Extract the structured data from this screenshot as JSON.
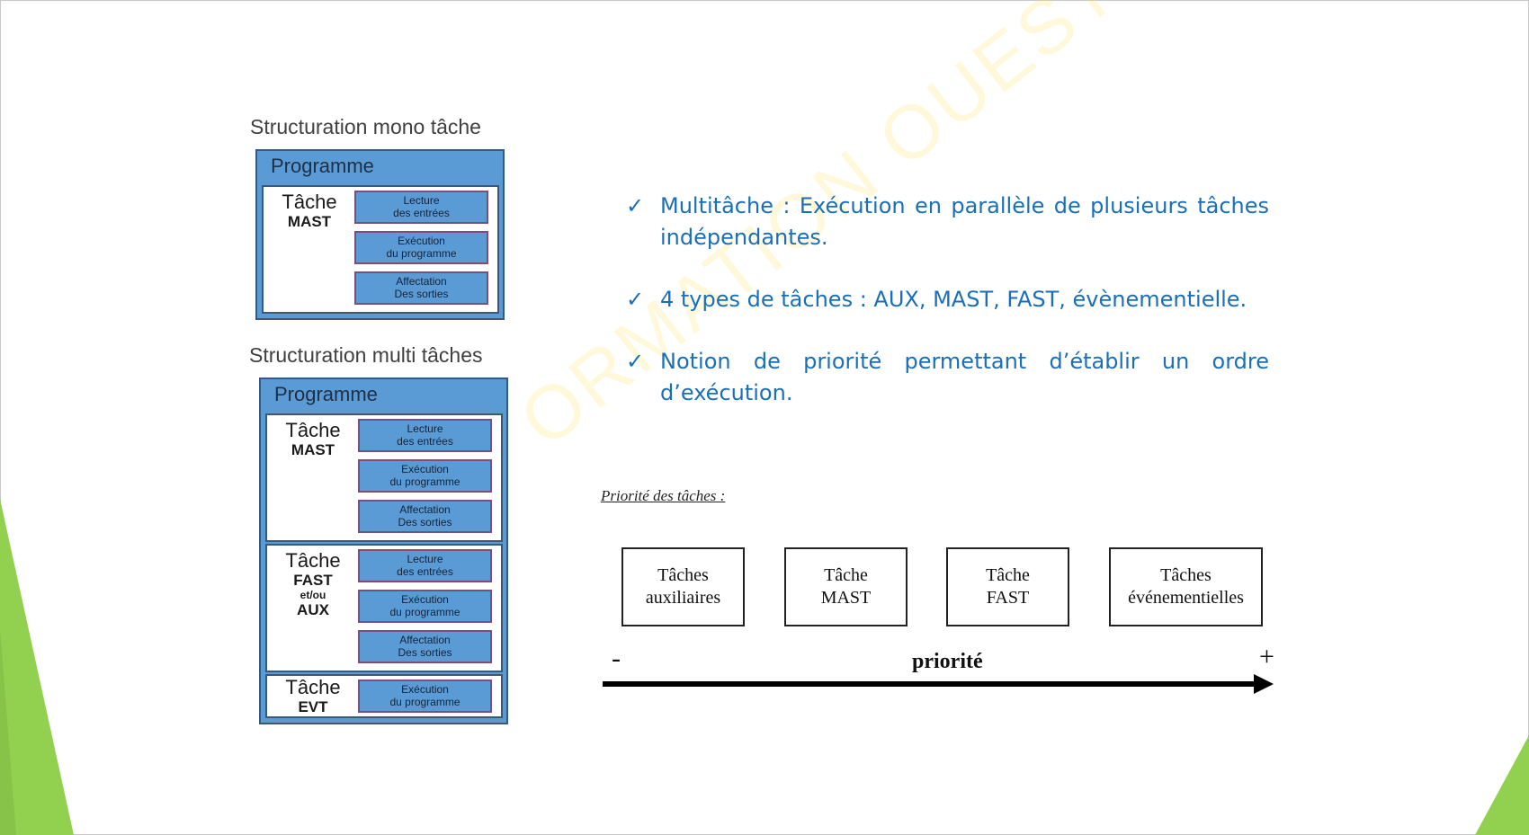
{
  "mono": {
    "title": "Structuration mono tâche",
    "program_label": "Programme",
    "task": {
      "name": "Tâche",
      "type": "MAST"
    },
    "steps": [
      {
        "line1": "Lecture",
        "line2": "des entrées"
      },
      {
        "line1": "Exécution",
        "line2": "du programme"
      },
      {
        "line1": "Affectation",
        "line2": "Des sorties"
      }
    ]
  },
  "multi": {
    "title": "Structuration multi tâches",
    "program_label": "Programme",
    "mast": {
      "name": "Tâche",
      "type": "MAST",
      "steps": [
        {
          "line1": "Lecture",
          "line2": "des entrées"
        },
        {
          "line1": "Exécution",
          "line2": "du programme"
        },
        {
          "line1": "Affectation",
          "line2": "Des sorties"
        }
      ]
    },
    "fast": {
      "name": "Tâche",
      "type": "FAST",
      "connector": "et/ou",
      "type2": "AUX",
      "steps": [
        {
          "line1": "Lecture",
          "line2": "des entrées"
        },
        {
          "line1": "Exécution",
          "line2": "du programme"
        },
        {
          "line1": "Affectation",
          "line2": "Des sorties"
        }
      ]
    },
    "evt": {
      "name": "Tâche",
      "type": "EVT",
      "steps": [
        {
          "line1": "Exécution",
          "line2": "du programme"
        }
      ]
    }
  },
  "bullets": [
    "Multitâche : Exécution en parallèle de plusieurs tâches indépendantes.",
    "4 types de tâches : AUX, MAST, FAST, évènementielle.",
    "Notion de priorité permettant d’établir un ordre d’exécution."
  ],
  "check_glyph": "✓",
  "priority": {
    "heading": "Priorité des tâches :",
    "boxes": [
      {
        "line1": "Tâches",
        "line2": "auxiliaires"
      },
      {
        "line1": "Tâche",
        "line2": "MAST"
      },
      {
        "line1": "Tâche",
        "line2": "FAST"
      },
      {
        "line1": "Tâches",
        "line2": "événementielles"
      }
    ],
    "minus": "-",
    "plus": "+",
    "axis_label": "priorité"
  },
  "watermark": "ORMATION OUEST",
  "colors": {
    "bullet_text": "#1b6fb8",
    "task_blue": "#5b9bd5",
    "deco_green": "#92d050"
  }
}
